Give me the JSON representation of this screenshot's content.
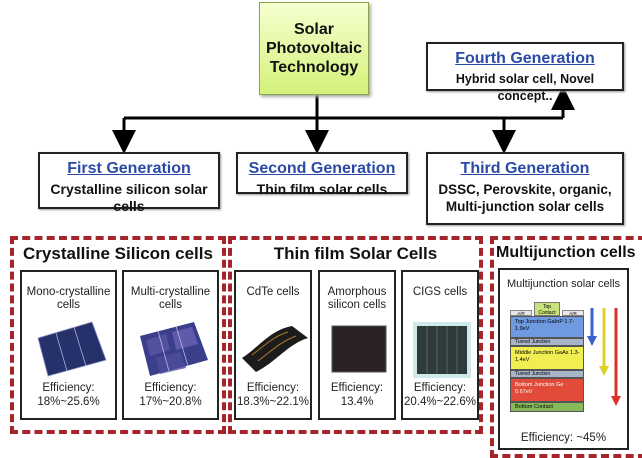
{
  "root": {
    "title": "Solar\nPhotovoltaic\nTechnology"
  },
  "fourth": {
    "title": "Fourth Generation",
    "subtitle": "Hybrid solar cell, Novel concept.."
  },
  "first": {
    "title": "First Generation",
    "subtitle": "Crystalline silicon solar cells"
  },
  "second": {
    "title": "Second Generation",
    "subtitle": "Thin film solar cells"
  },
  "third": {
    "title": "Third Generation",
    "subtitle": "DSSC, Perovskite, organic, Multi-junction solar cells"
  },
  "crystalline": {
    "title": "Crystalline Silicon cells",
    "cells": [
      {
        "label": "Mono-crystalline cells",
        "eff_label": "Efficiency:",
        "eff": "18%~25.6%"
      },
      {
        "label": "Multi-crystalline cells",
        "eff_label": "Efficiency:",
        "eff": "17%~20.8%"
      }
    ]
  },
  "thinfilm": {
    "title": "Thin film Solar Cells",
    "cells": [
      {
        "label": "CdTe cells",
        "eff_label": "Efficiency:",
        "eff": "18.3%~22.1%"
      },
      {
        "label": "Amorphous silicon cells",
        "eff_label": "Efficiency:",
        "eff": "13.4%"
      },
      {
        "label": "CIGS cells",
        "eff_label": "Efficiency:",
        "eff": "20.4%~22.6%"
      }
    ]
  },
  "multijunction": {
    "title": "Multijunction cells",
    "card_title": "Multijunction solar cells",
    "layers": {
      "top_contact": "Top Contact",
      "ar_left": "A/R",
      "ar_right": "A/R",
      "top_junction": "Top Junction GaInP 1.7-1.9eV",
      "tunnel1": "Tunnel Junction",
      "middle_junction": "Middle Junction GaAs 1.3-1.4eV",
      "tunnel2": "Tunnel Junction",
      "bottom_junction": "Bottom Junction Ge 0.67eV",
      "bottom_contact": "Bottom Contact"
    },
    "eff": "Efficiency: ~45%"
  },
  "colors": {
    "dash": "#a5252a",
    "title_blue": "#2b4aa6",
    "root_green": "#d4f27a"
  }
}
